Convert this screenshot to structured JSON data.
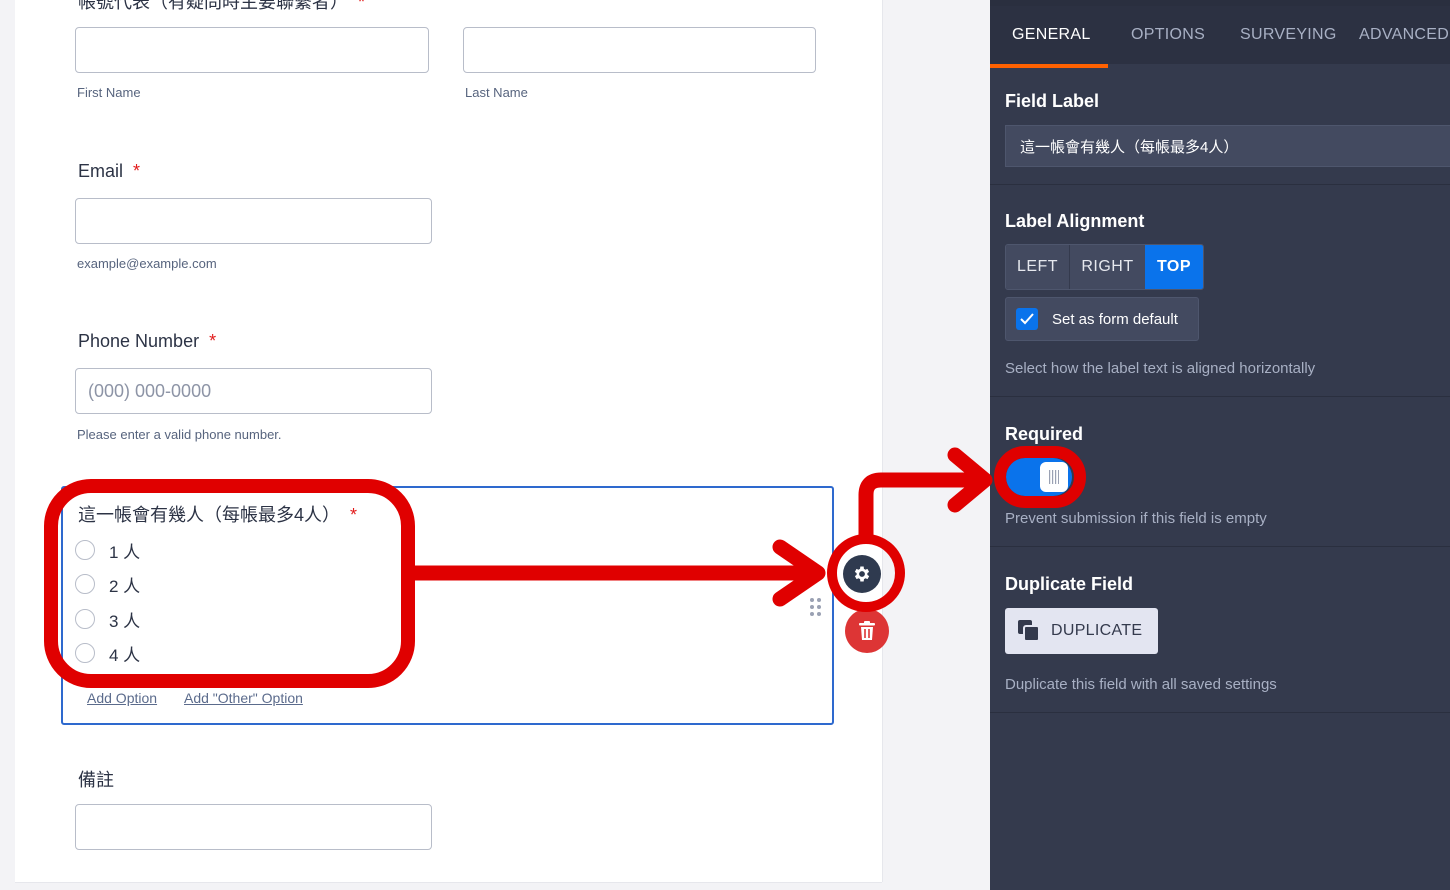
{
  "form": {
    "name_field": {
      "label": "帳號代表（有疑問時主要聯繫者）",
      "required_mark": "*",
      "first_sublabel": "First Name",
      "last_sublabel": "Last Name"
    },
    "email_field": {
      "label": "Email",
      "required_mark": "*",
      "sublabel": "example@example.com"
    },
    "phone_field": {
      "label": "Phone Number",
      "required_mark": "*",
      "placeholder": "(000) 000-0000",
      "sublabel": "Please enter a valid phone number."
    },
    "people_field": {
      "label": "這一帳會有幾人（每帳最多4人）",
      "required_mark": "*",
      "options": [
        "1 人",
        "2 人",
        "3 人",
        "4 人"
      ],
      "add_option": "Add Option",
      "add_other_option": "Add \"Other\" Option"
    },
    "notes_field": {
      "label": "備註"
    }
  },
  "panel": {
    "tabs": [
      "GENERAL",
      "OPTIONS",
      "SURVEYING",
      "ADVANCED"
    ],
    "active_tab": "GENERAL",
    "field_label": {
      "title": "Field Label",
      "value": "這一帳會有幾人（每帳最多4人）"
    },
    "label_alignment": {
      "title": "Label Alignment",
      "options": [
        "LEFT",
        "RIGHT",
        "TOP"
      ],
      "selected": "TOP",
      "default_checkbox": "Set as form default",
      "default_checked": true,
      "help": "Select how the label text is aligned horizontally"
    },
    "required": {
      "title": "Required",
      "enabled": true,
      "help": "Prevent submission if this field is empty"
    },
    "duplicate": {
      "title": "Duplicate Field",
      "button": "DUPLICATE",
      "help": "Duplicate this field with all saved settings"
    }
  },
  "colors": {
    "accent_tab": "#ff6100",
    "primary_blue": "#0a73eb",
    "annotation_red": "#e00000",
    "panel_bg": "#343a4d",
    "required_star": "#e21b1b"
  }
}
